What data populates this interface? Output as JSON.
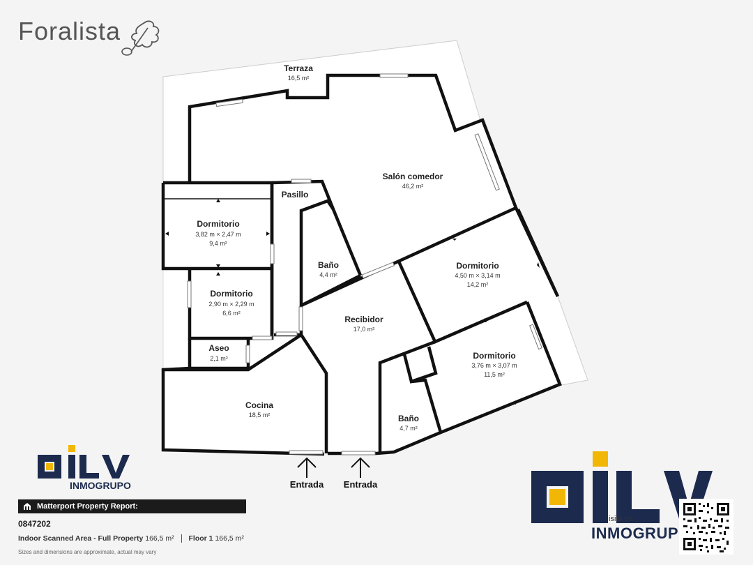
{
  "brand": {
    "name": "Foralista"
  },
  "rooms": [
    {
      "id": "terraza",
      "name": "Terraza",
      "area": "16,5 m²"
    },
    {
      "id": "salon",
      "name": "Salón comedor",
      "area": "46,2 m²"
    },
    {
      "id": "pasillo",
      "name": "Pasillo"
    },
    {
      "id": "dorm1",
      "name": "Dormitorio",
      "dims": "3,82 m × 2,47 m",
      "area": "9,4 m²"
    },
    {
      "id": "bano1",
      "name": "Baño",
      "area": "4,4 m²"
    },
    {
      "id": "dorm2",
      "name": "Dormitorio",
      "dims": "4,50 m × 3,14 m",
      "area": "14,2 m²"
    },
    {
      "id": "dorm3",
      "name": "Dormitorio",
      "dims": "2,90 m × 2,29 m",
      "area": "6,6 m²"
    },
    {
      "id": "recibidor",
      "name": "Recibidor",
      "area": "17,0 m²"
    },
    {
      "id": "aseo",
      "name": "Aseo",
      "area": "2,1 m²"
    },
    {
      "id": "dorm4",
      "name": "Dormitorio",
      "dims": "3,76 m × 3,07 m",
      "area": "11,5 m²"
    },
    {
      "id": "cocina",
      "name": "Cocina",
      "area": "18,5 m²"
    },
    {
      "id": "bano2",
      "name": "Baño",
      "area": "4,7 m²"
    }
  ],
  "entrances": [
    "Entrada",
    "Entrada"
  ],
  "logo": {
    "mark": "ILV",
    "sub": "INMOGRUPO"
  },
  "report": {
    "title": "Matterport Property Report:",
    "id": "0847202",
    "area_label": "Indoor Scanned Area - Full Property",
    "area_value": "166,5 m²",
    "floor_label": "Floor 1",
    "floor_value": "166,5 m²",
    "disclaimer": "Sizes and dimensions are approximate, actual may vary"
  },
  "overlay_text": "isita         on",
  "colors": {
    "navy": "#1c2a4d",
    "gold": "#f2b705",
    "wall": "#111111",
    "bar": "#1b1b1b"
  }
}
